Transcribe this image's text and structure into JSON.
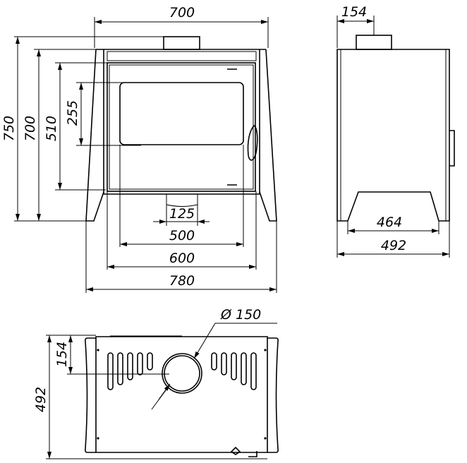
{
  "front_view": {
    "width_top": "700",
    "height_total": "750",
    "height_body": "700",
    "door_height": "510",
    "glass_height": "255",
    "ash_outlet_width": "125",
    "glass_width": "500",
    "door_width": "600",
    "leg_width": "780"
  },
  "side_view": {
    "flue_offset": "154",
    "leg_span": "464",
    "depth": "492"
  },
  "top_view": {
    "flue_offset": "154",
    "depth": "492",
    "flue_diameter": "Ø 150"
  },
  "colors": {
    "line": "#000000",
    "background": "#ffffff"
  }
}
